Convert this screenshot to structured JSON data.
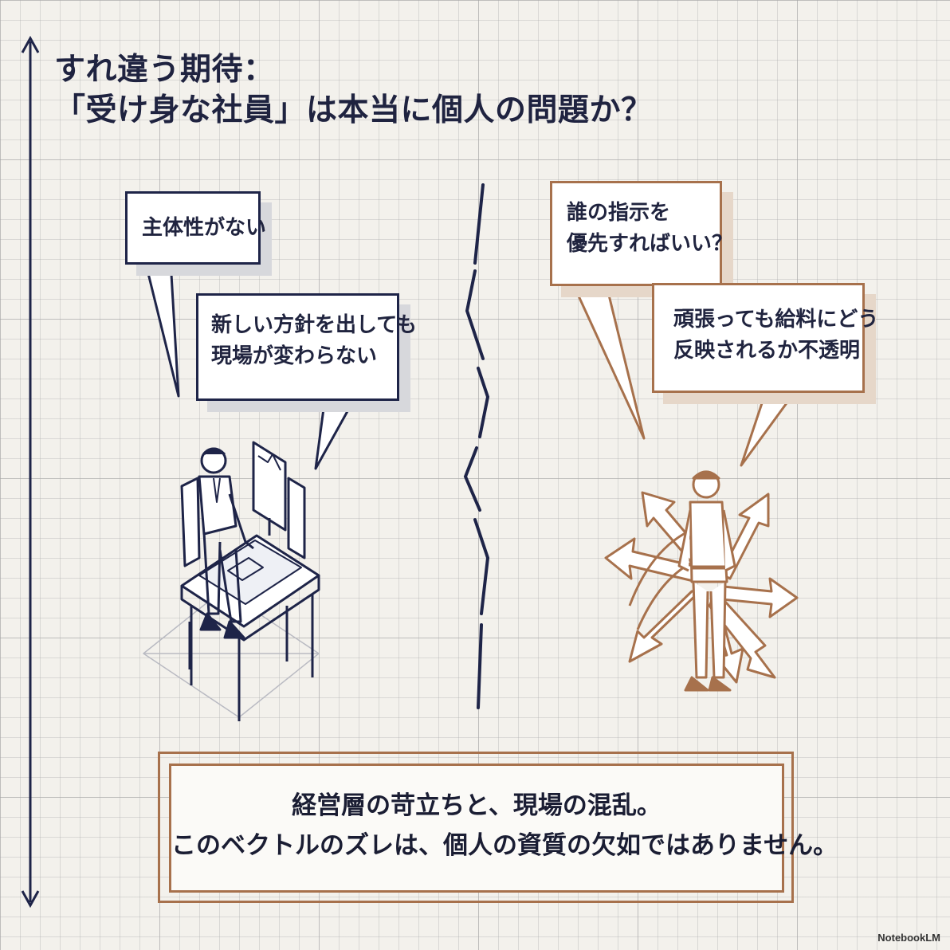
{
  "title": {
    "line1": "すれ違う期待：",
    "line2": "「受け身な社員」は本当に個人の問題か？"
  },
  "left": {
    "bubble1": "主体性がない",
    "bubble2": {
      "line1": "新しい方針を出しても",
      "line2": "現場が変わらない"
    },
    "figure_icon": "office-worker-at-desk-icon"
  },
  "right": {
    "bubble1": {
      "line1": "誰の指示を",
      "line2": "優先すればいい？"
    },
    "bubble2": {
      "line1": "頑張っても給料にどう",
      "line2": "反映されるか不透明"
    },
    "figure_icon": "worker-with-scattered-arrows-icon"
  },
  "conclusion": {
    "line1": "経営層の苛立ちと、現場の混乱。",
    "line2": "このベクトルのズレは、個人の資質の欠如ではありません。"
  },
  "watermark": "NotebookLM",
  "colors": {
    "navy": "#1e2448",
    "copper": "#a7714c",
    "background": "#f3f1ec"
  }
}
